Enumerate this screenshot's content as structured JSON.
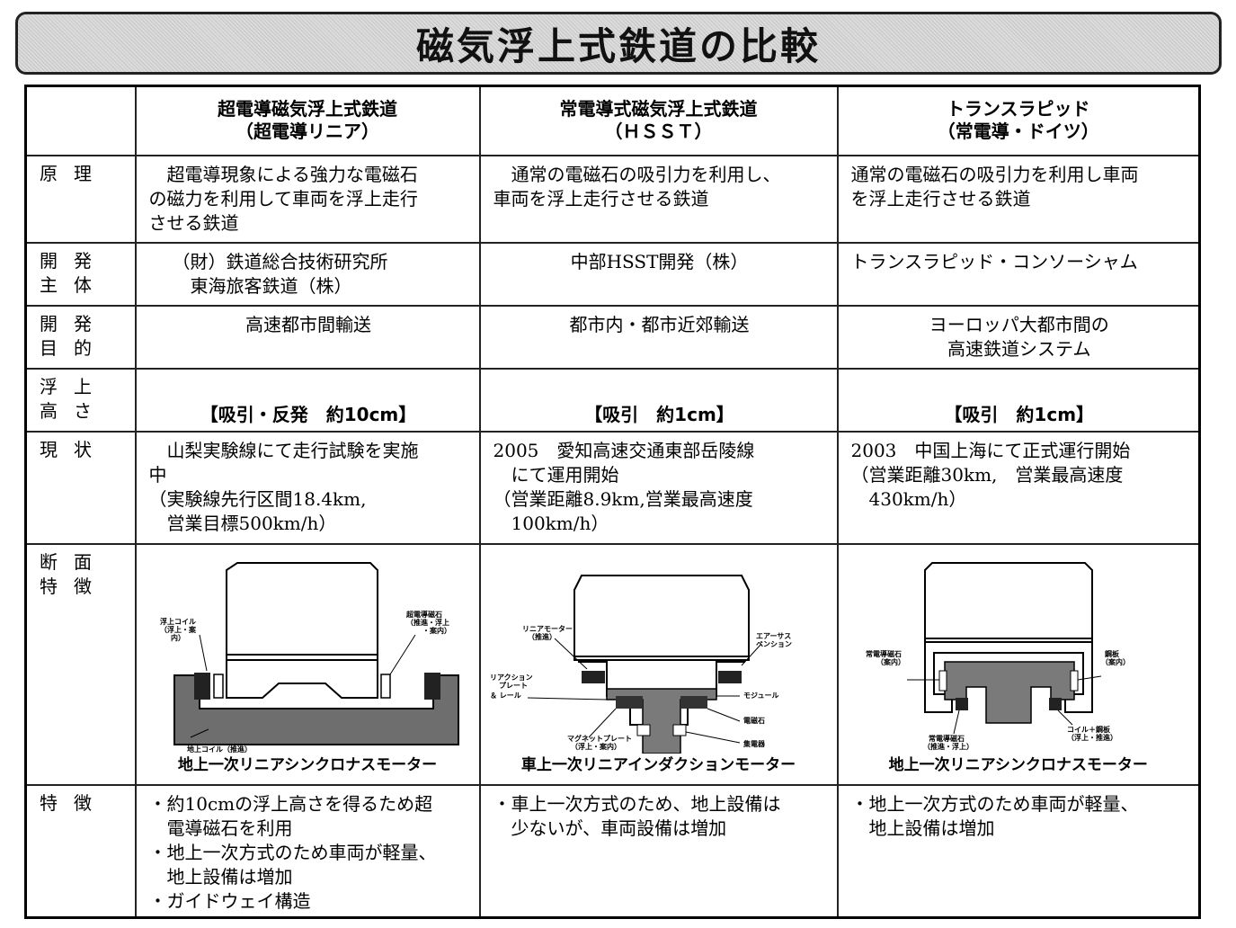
{
  "title": "磁気浮上式鉄道の比較",
  "columns": [
    {
      "line1": "超電導磁気浮上式鉄道",
      "line2": "（超電導リニア）"
    },
    {
      "line1": "常電導式磁気浮上式鉄道",
      "line2": "（ＨＳＳＴ）"
    },
    {
      "line1": "トランスラピッド",
      "line2": "（常電導・ドイツ）"
    }
  ],
  "rows": {
    "principle": {
      "label": [
        "原理"
      ],
      "values": [
        [
          "　超電導現象による強力な電磁石",
          "の磁力を利用して車両を浮上走行",
          "させる鉄道"
        ],
        [
          "　通常の電磁石の吸引力を利用し、",
          "車両を浮上走行させる鉄道"
        ],
        [
          "通常の電磁石の吸引力を利用し車両",
          "を浮上走行させる鉄道"
        ]
      ]
    },
    "developer": {
      "label": [
        "開発",
        "主体"
      ],
      "values": [
        [
          "（財）鉄道総合技術研究所",
          "　東海旅客鉄道（株）"
        ],
        [
          "中部HSST開発（株）"
        ],
        [
          "トランスラピッド・コンソーシャム"
        ]
      ]
    },
    "purpose": {
      "label": [
        "開発",
        "目的"
      ],
      "values": [
        [
          "高速都市間輸送"
        ],
        [
          "都市内・都市近郊輸送"
        ],
        [
          "ヨーロッパ大都市間の",
          "高速鉄道システム"
        ]
      ]
    },
    "float_height": {
      "label": [
        "浮上",
        "高さ"
      ],
      "values": [
        "【吸引・反発　約10cm】",
        "【吸引　約1cm】",
        "【吸引　約1cm】"
      ]
    },
    "status": {
      "label": [
        "現状"
      ],
      "values": [
        [
          "　山梨実験線にて走行試験を実施",
          "中",
          "（実験線先行区間18.4km,",
          "　営業目標500km/h）"
        ],
        [
          "2005　愛知高速交通東部岳陵線",
          "　にて運用開始",
          "（営業距離8.9km,営業最高速度",
          "　100km/h）"
        ],
        [
          "2003　中国上海にて正式運行開始",
          "（営業距離30km,　営業最高速度",
          "　430km/h）"
        ]
      ]
    },
    "cross_section": {
      "label": [
        "断面",
        "特徴"
      ],
      "captions": [
        "地上一次リニアシンクロナスモーター",
        "車上一次リニアインダクションモーター",
        "地上一次リニアシンクロナスモーター"
      ],
      "diagram_labels": {
        "d1": {
          "float_coil": [
            "浮上コイル",
            "（浮上・案",
            "内）"
          ],
          "sc_magnet": [
            "超電導磁石",
            "（推進・浮上",
            "・案内）"
          ],
          "ground_coil": "地上コイル（推進）"
        },
        "d2": {
          "linear_motor": [
            "リニアモーター",
            "（推進）"
          ],
          "air_suspension": [
            "エアーサス",
            "ペンション"
          ],
          "reaction_plate": [
            "リアクション",
            "プレート",
            "＆ レール"
          ],
          "module": "モジュール",
          "magnet_plate": [
            "マグネットプレート",
            "（浮上・案内）"
          ],
          "electromagnet": "電磁石",
          "collector": "集電器"
        },
        "d3": {
          "nc_magnet_guide": [
            "常電導磁石",
            "（案内）"
          ],
          "steel_plate": [
            "鋼板",
            "（案内）"
          ],
          "nc_magnet_lev": [
            "常電導磁石",
            "（推進・浮上）"
          ],
          "coil_steel": [
            "コイル＋鋼板",
            "（浮上・推進）"
          ]
        }
      }
    },
    "features": {
      "label": [
        "特徴"
      ],
      "values": [
        [
          "・約10cmの浮上高さを得るため超",
          "　電導磁石を利用",
          "・地上一次方式のため車両が軽量、",
          "　地上設備は増加",
          "・ガイドウェイ構造"
        ],
        [
          "・車上一次方式のため、地上設備は",
          "　少ないが、車両設備は増加"
        ],
        [
          "・地上一次方式のため車両が軽量、",
          "　地上設備は増加"
        ]
      ]
    }
  }
}
